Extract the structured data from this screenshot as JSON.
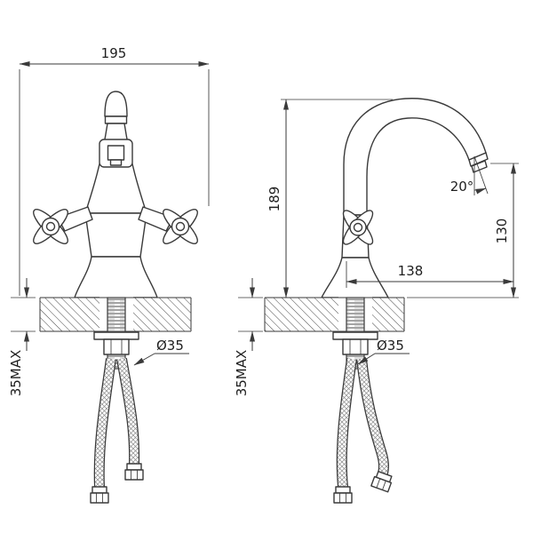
{
  "drawing": {
    "line_color": "#3a3a3a",
    "front_view": {
      "width": "195",
      "max_deck_thickness": "35MAX",
      "hole_diameter": "Ø35"
    },
    "side_view": {
      "overall_height": "189",
      "spout_outlet_height": "130",
      "spout_reach": "138",
      "outlet_angle": "20°",
      "max_deck_thickness": "35MAX",
      "hole_diameter": "Ø35"
    }
  }
}
